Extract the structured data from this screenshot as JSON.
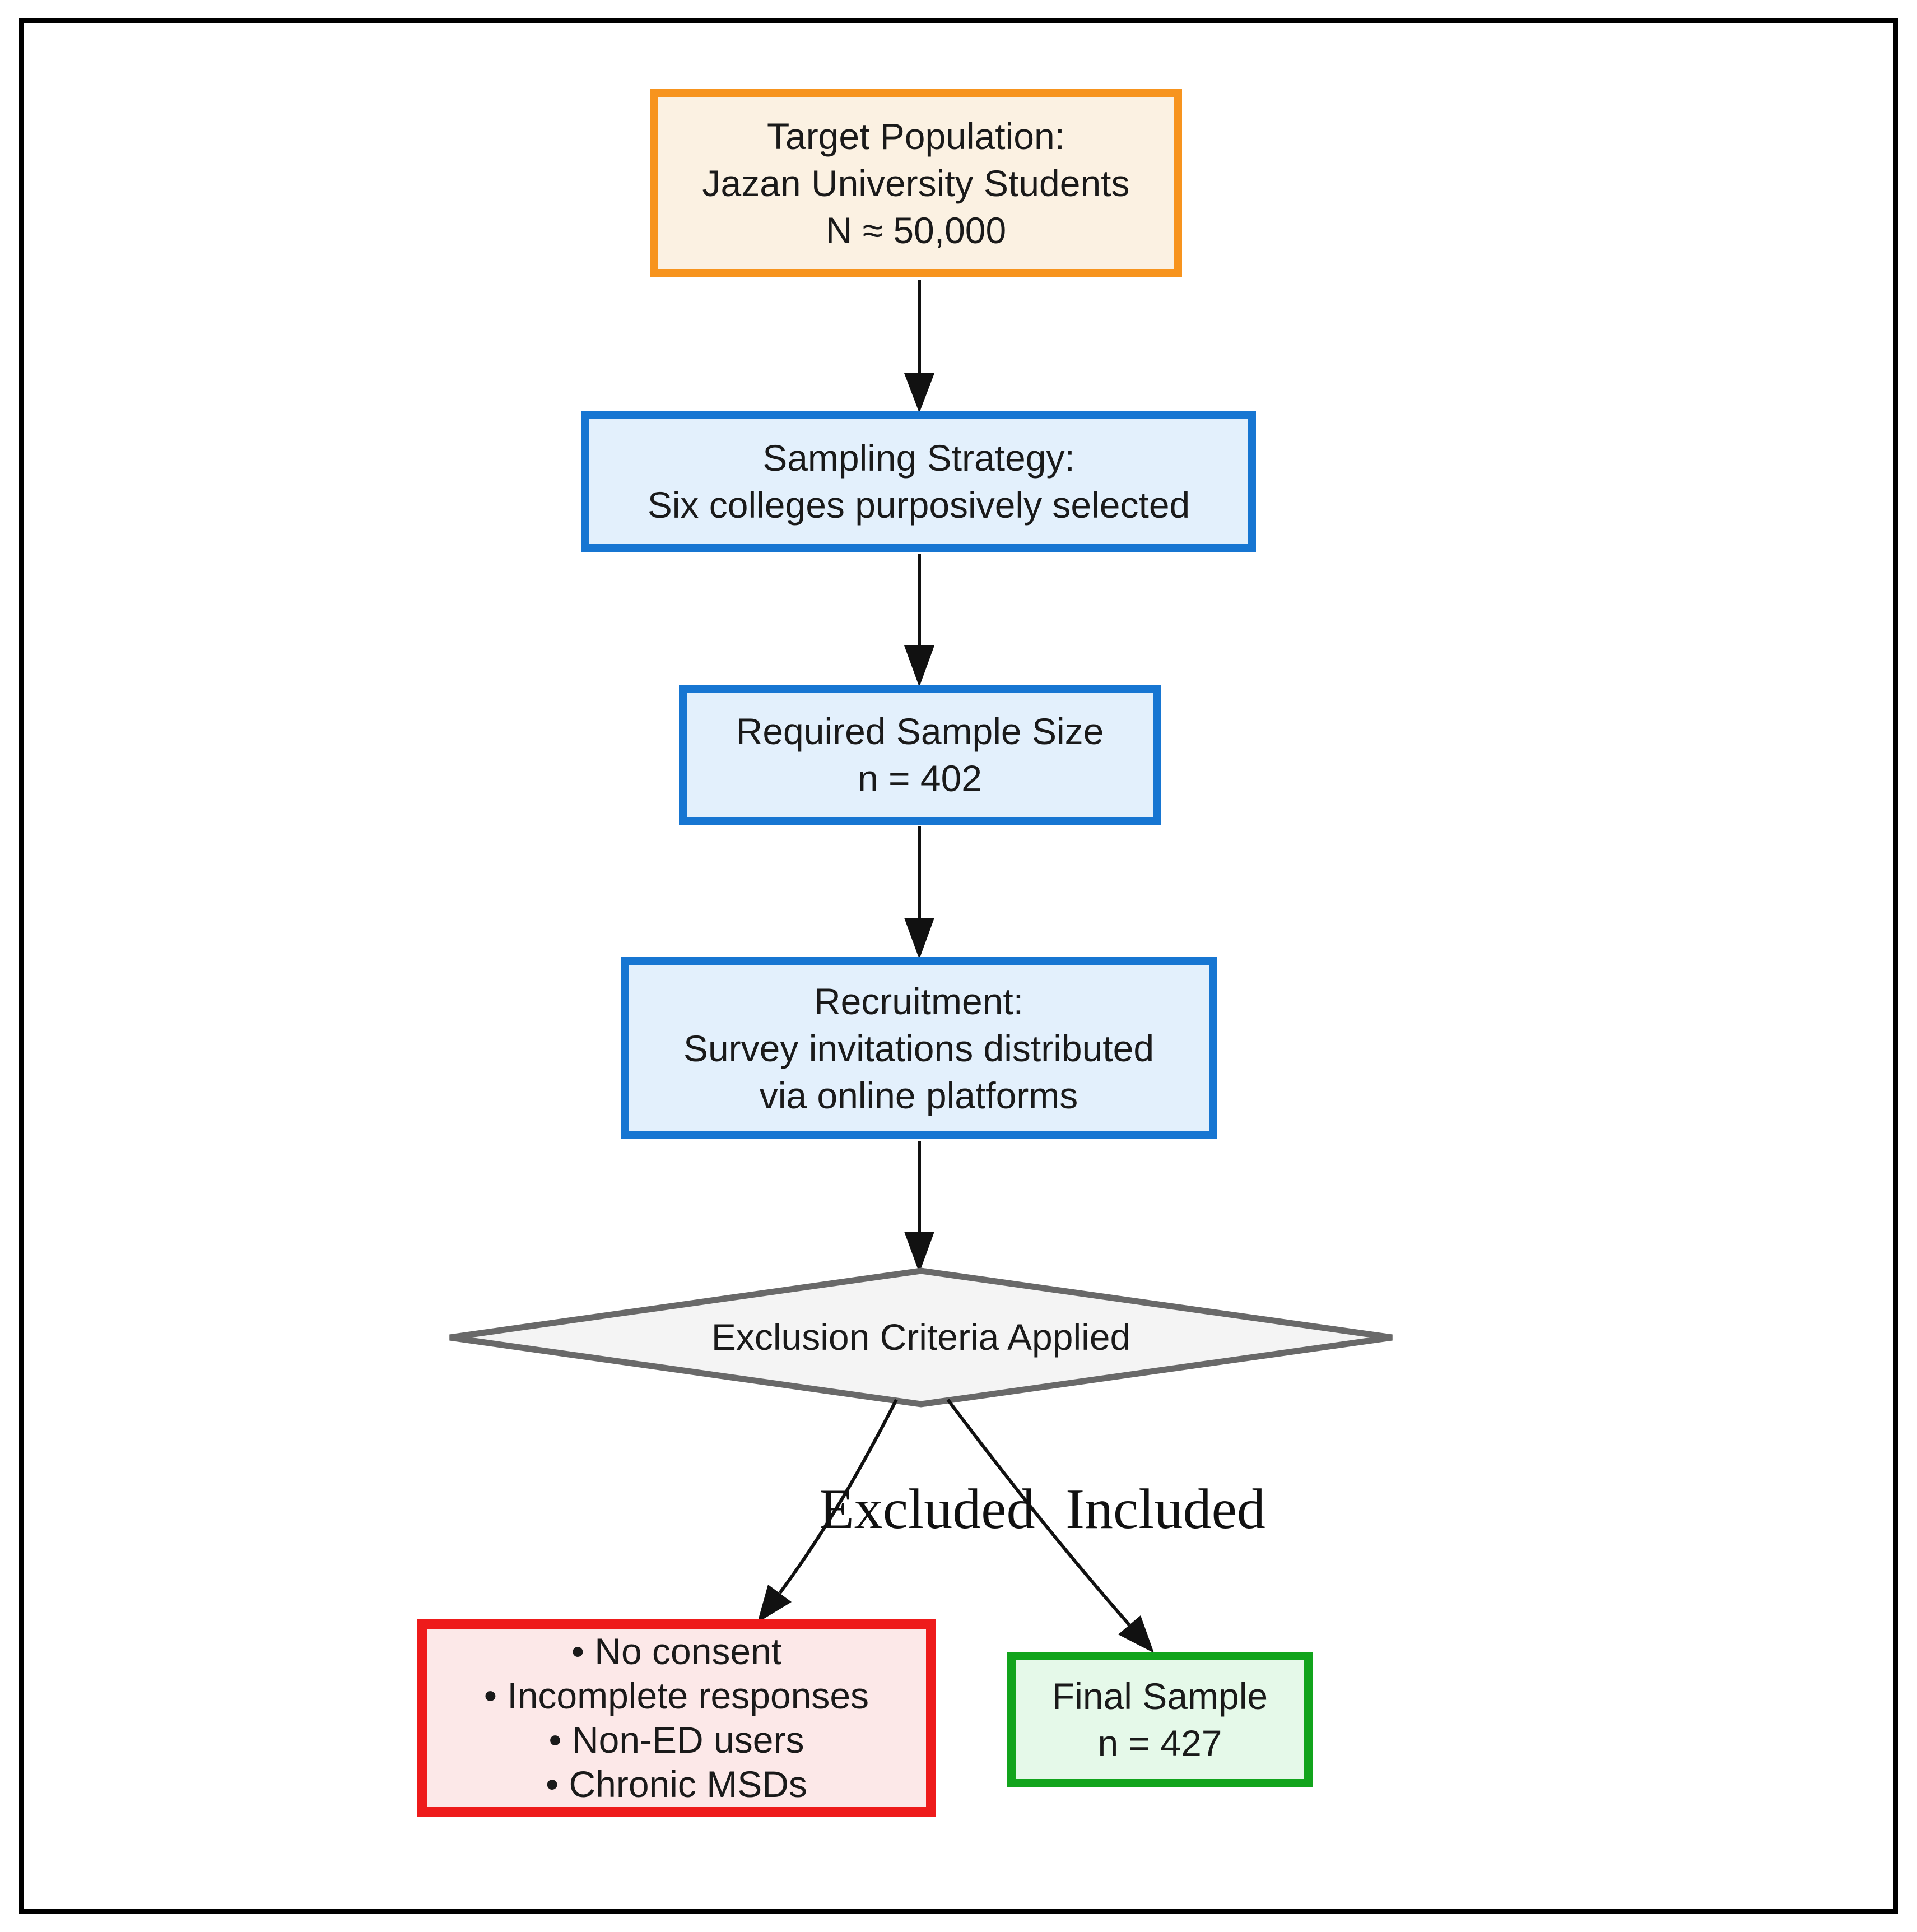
{
  "figure": {
    "background": "#ffffff",
    "frame_color": "#000000",
    "text_color": "#1a1a1a",
    "arrow_color": "#111111",
    "nodes": {
      "target_population": {
        "lines": [
          "Target Population:",
          "Jazan University Students",
          "N ≈ 50,000"
        ],
        "border_color": "#f7941e",
        "fill_color": "#fbf1e2"
      },
      "sampling_strategy": {
        "lines": [
          "Sampling Strategy:",
          "Six colleges purposively selected"
        ],
        "border_color": "#1776d2",
        "fill_color": "#e3f0fc"
      },
      "required_sample_size": {
        "lines": [
          "Required Sample Size",
          "n = 402"
        ],
        "border_color": "#1776d2",
        "fill_color": "#e3f0fc"
      },
      "recruitment": {
        "lines": [
          "Recruitment:",
          "Survey invitations distributed",
          "via online platforms"
        ],
        "border_color": "#1776d2",
        "fill_color": "#e3f0fc"
      },
      "exclusion_decision": {
        "label": "Exclusion Criteria Applied",
        "border_color": "#696969",
        "fill_color": "#f4f4f4"
      },
      "excluded_reasons": {
        "lines": [
          "• No consent",
          "• Incomplete responses",
          "• Non-ED users",
          "• Chronic MSDs"
        ],
        "border_color": "#ee1b1b",
        "fill_color": "#fce8e8"
      },
      "final_sample": {
        "lines": [
          "Final Sample",
          "n = 427"
        ],
        "border_color": "#12a41c",
        "fill_color": "#e5f9e9"
      }
    },
    "edge_labels": {
      "excluded": "Excluded",
      "included": "Included"
    }
  }
}
